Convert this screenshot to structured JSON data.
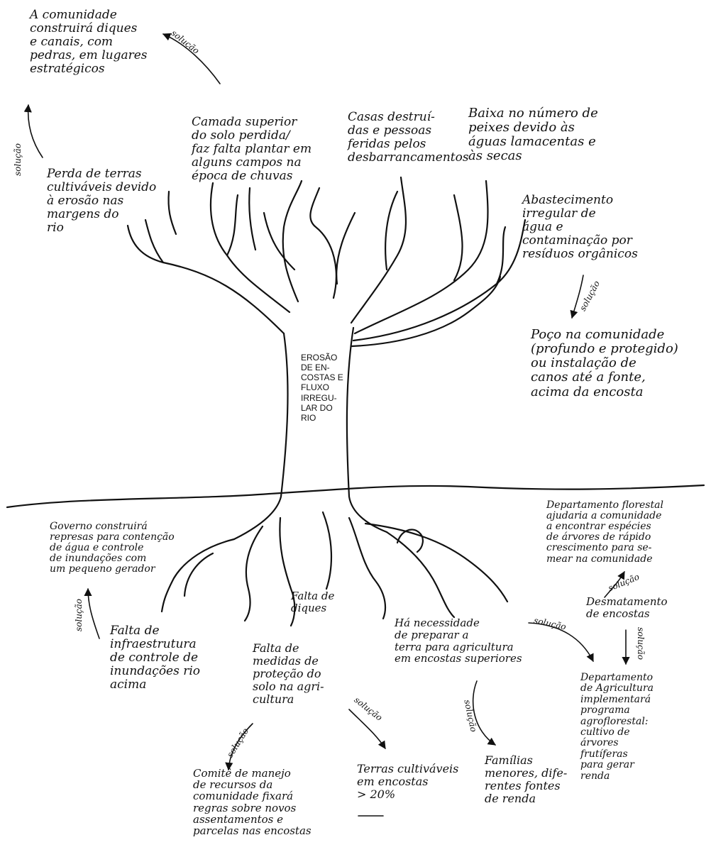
{
  "trunk_label": "EROSÃO\nDE EN-\nCOSTAS E\nFLUXO\nIRREGU-\nLAR DO\nRIO",
  "solution_label": "solução",
  "branches": {
    "perda_terras": "Perda de terras\ncultiváveis devido\nà erosão nas\nmargens do\nrio",
    "camada_solo": "Camada superior\ndo solo perdida/\nfaz falta plantar em\nalguns campos na\népoca de chuvas",
    "casas": "Casas destruí-\ndas e pessoas\nferidas pelos\ndesbarrancamentos",
    "peixes": "Baixa no número de\npeixes devido às\náguas lamacentas e\nàs secas",
    "agua": "Abastecimento\nirregular de\nágua e\ncontaminação por\nresíduos orgânicos"
  },
  "branch_solutions": {
    "diques_canais": "A comunidade\nconstruirá diques\ne canais, com\npedras, em lugares\nestratégicos",
    "poco": "Poço na comunidade\n(profundo e protegido)\nou instalação de\ncanos até a fonte,\nacima da encosta"
  },
  "roots": {
    "infraestrutura": "Falta de\ninfraestrutura\nde controle de\ninundações rio\nacima",
    "diques": "Falta de\ndiques",
    "medidas": "Falta de\nmedidas de\nproteção do\nsolo na agri-\ncultura",
    "preparar_terra": "Há necessidade\nde preparar a\nterra para agricultura\nem encostas superiores",
    "desmatamento": "Desmatamento\nde encostas"
  },
  "root_solutions": {
    "governo": "Governo construirá\nrepresas para contenção\nde água e controle\nde inundações com\num pequeno gerador",
    "florestal": "Departamento florestal\najudaria a comunidade\na encontrar espécies\nde árvores de rápido\ncrescimento para se-\nmear na comunidade",
    "comite": "Comitê de manejo\nde recursos da\ncomunidade fixará\nregras sobre novos\nassentamentos e\nparcelas nas encostas",
    "terras_20": "Terras cultiváveis\nem encostas\n> 20%",
    "familias": "Famílias\nmenores, dife-\nrentes fontes\nde renda",
    "agricultura": "Departamento\nde Agricultura\nimplementará\nprograma\nagroflorestal:\ncultivo de\nárvores\nfrutíferas\npara gerar\nrenda"
  }
}
